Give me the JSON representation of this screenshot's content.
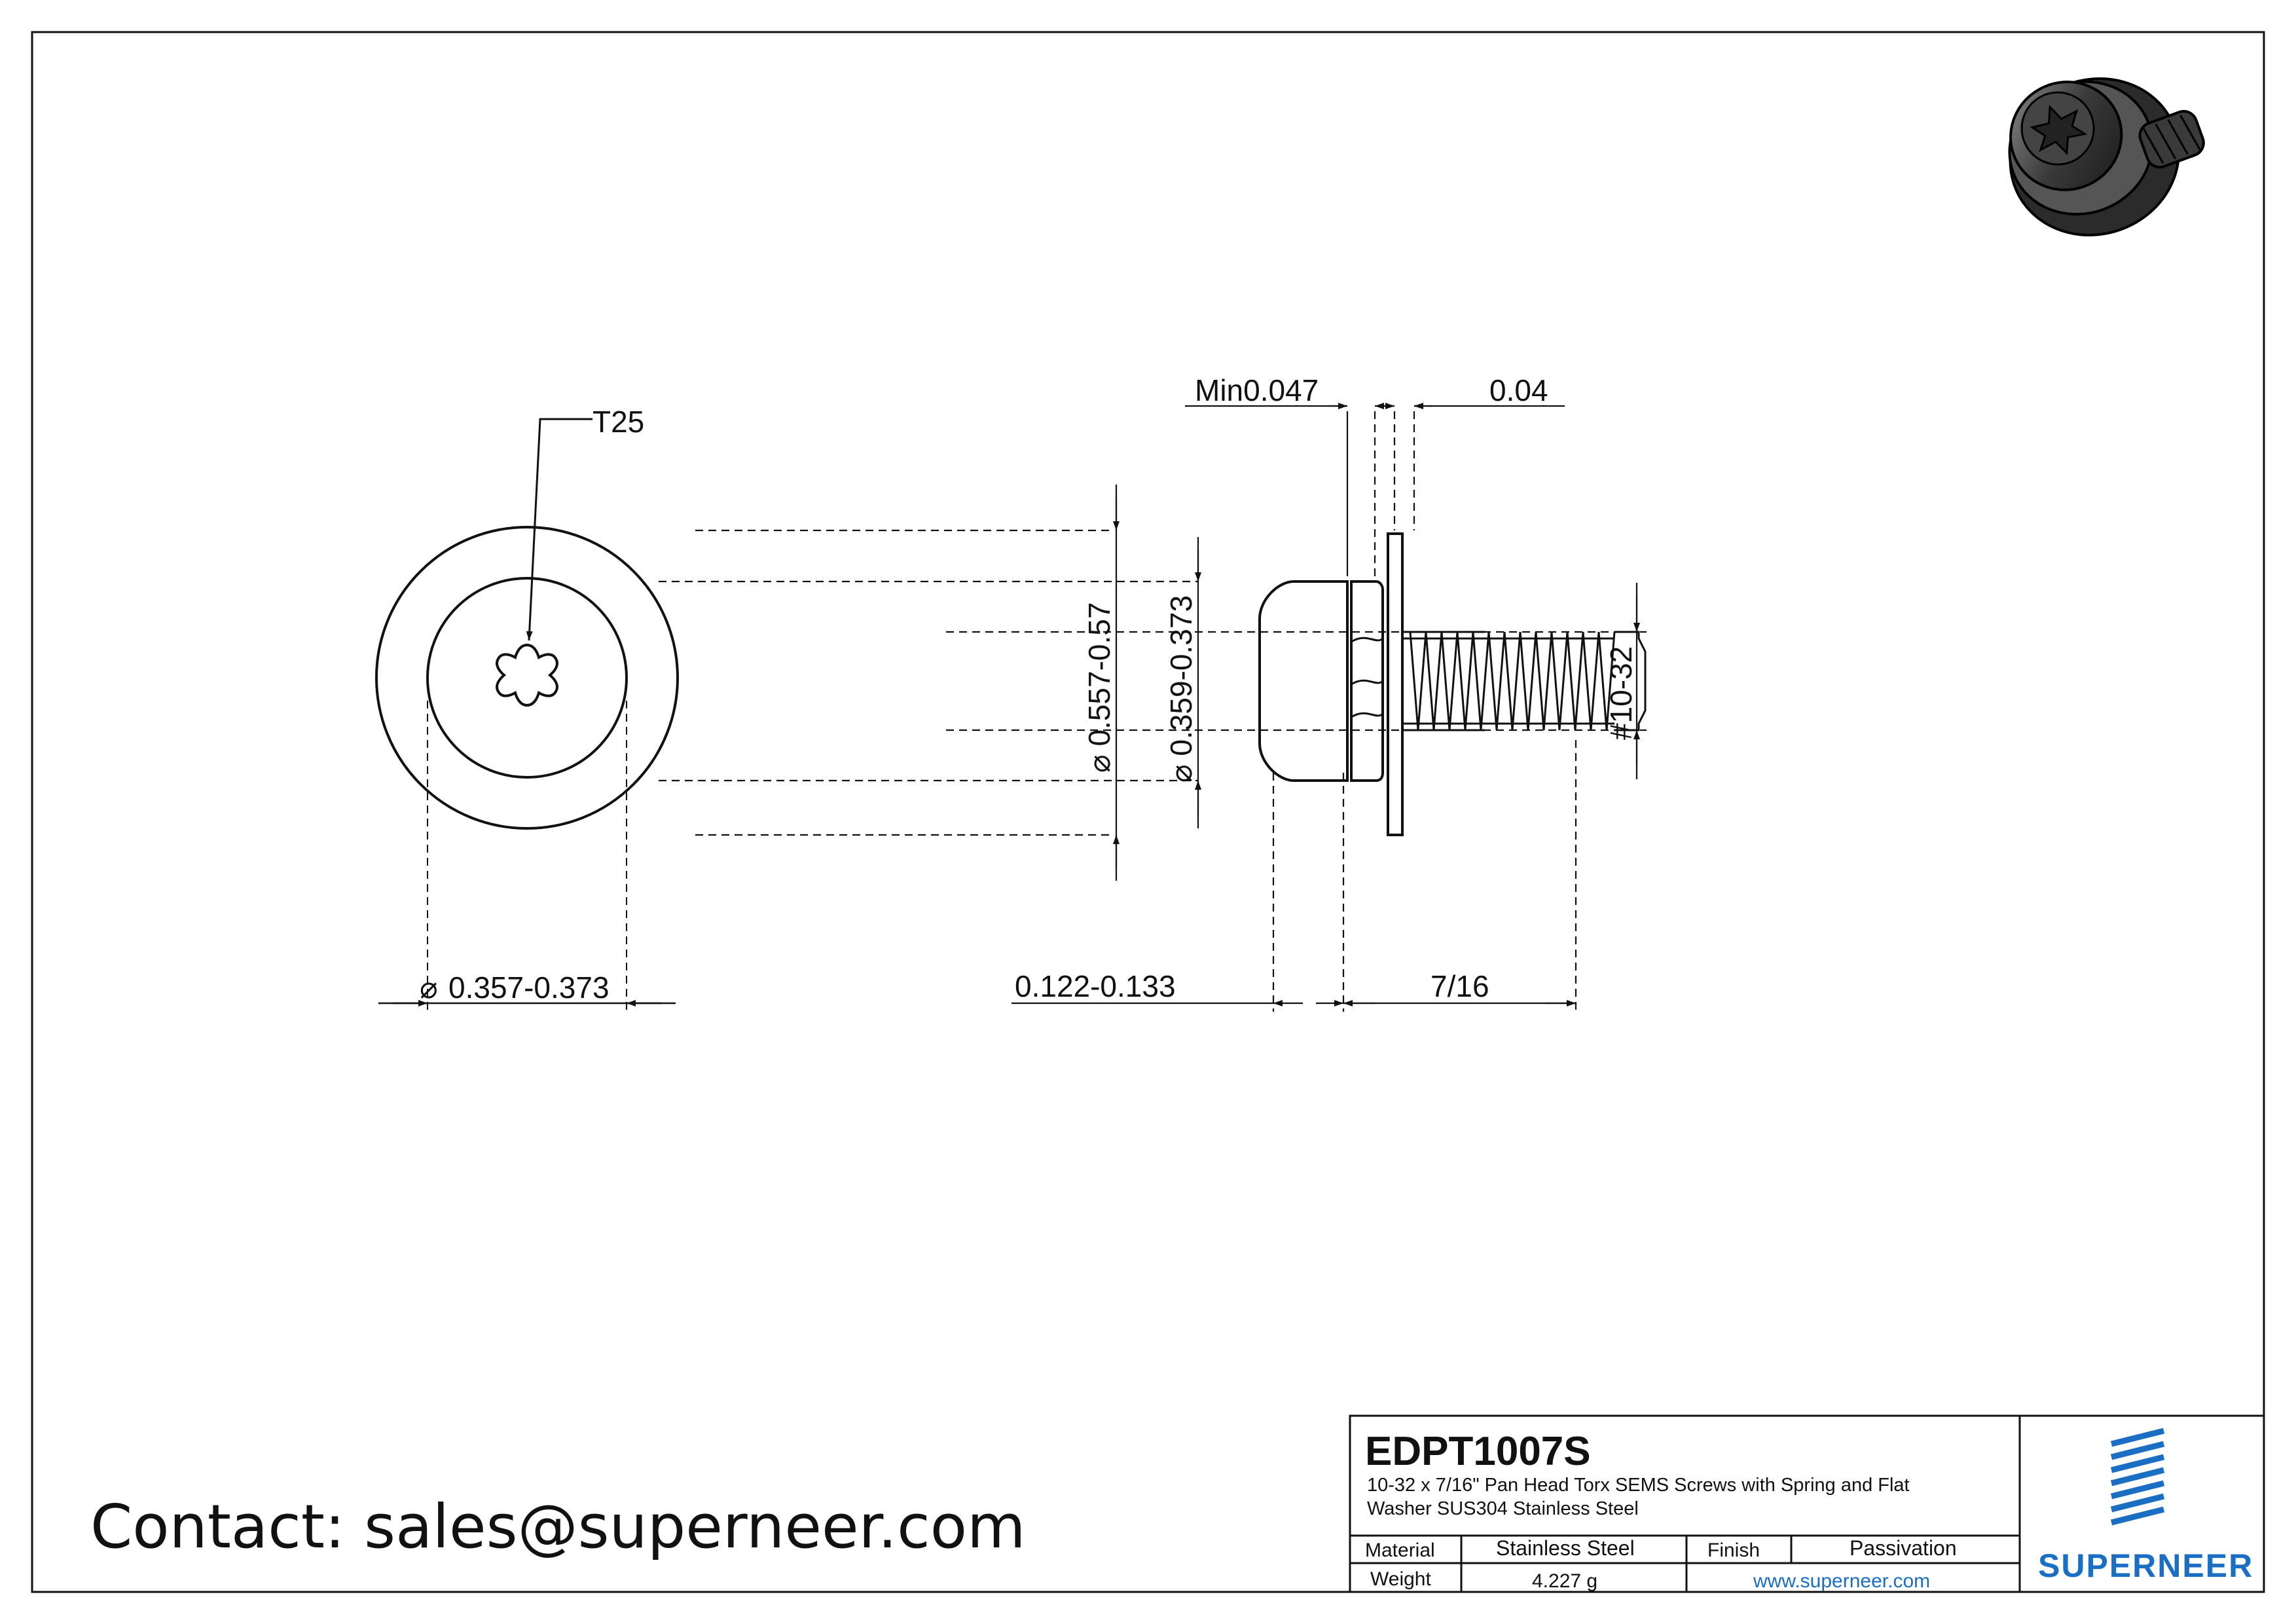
{
  "drawing": {
    "dimensions": {
      "torx_drive": "T25",
      "head_diameter": "0.357-0.373",
      "flat_washer_diameter": "0.557-0.57",
      "spring_washer_diameter": "0.359-0.373",
      "thread_size": "#10-32",
      "spring_washer_thickness": "Min0.047",
      "flat_washer_thickness": "0.04",
      "head_height": "0.122-0.133",
      "screw_length": "7/16",
      "diameter_symbol": "⌀"
    }
  },
  "contact": {
    "text": "Contact: sales@superneer.com"
  },
  "title_block": {
    "part_number": "EDPT1007S",
    "description_line1": "10-32 x 7/16\" Pan Head Torx SEMS Screws with Spring and Flat",
    "description_line2": "Washer SUS304 Stainless Steel",
    "material_label": "Material",
    "material_value": "Stainless Steel",
    "finish_label": "Finish",
    "finish_value": "Passivation",
    "weight_label": "Weight",
    "weight_value": "4.227 g",
    "website": "www.superneer.com",
    "brand_name": "SUPERNEER",
    "brand_color": "#1a6fc4"
  }
}
